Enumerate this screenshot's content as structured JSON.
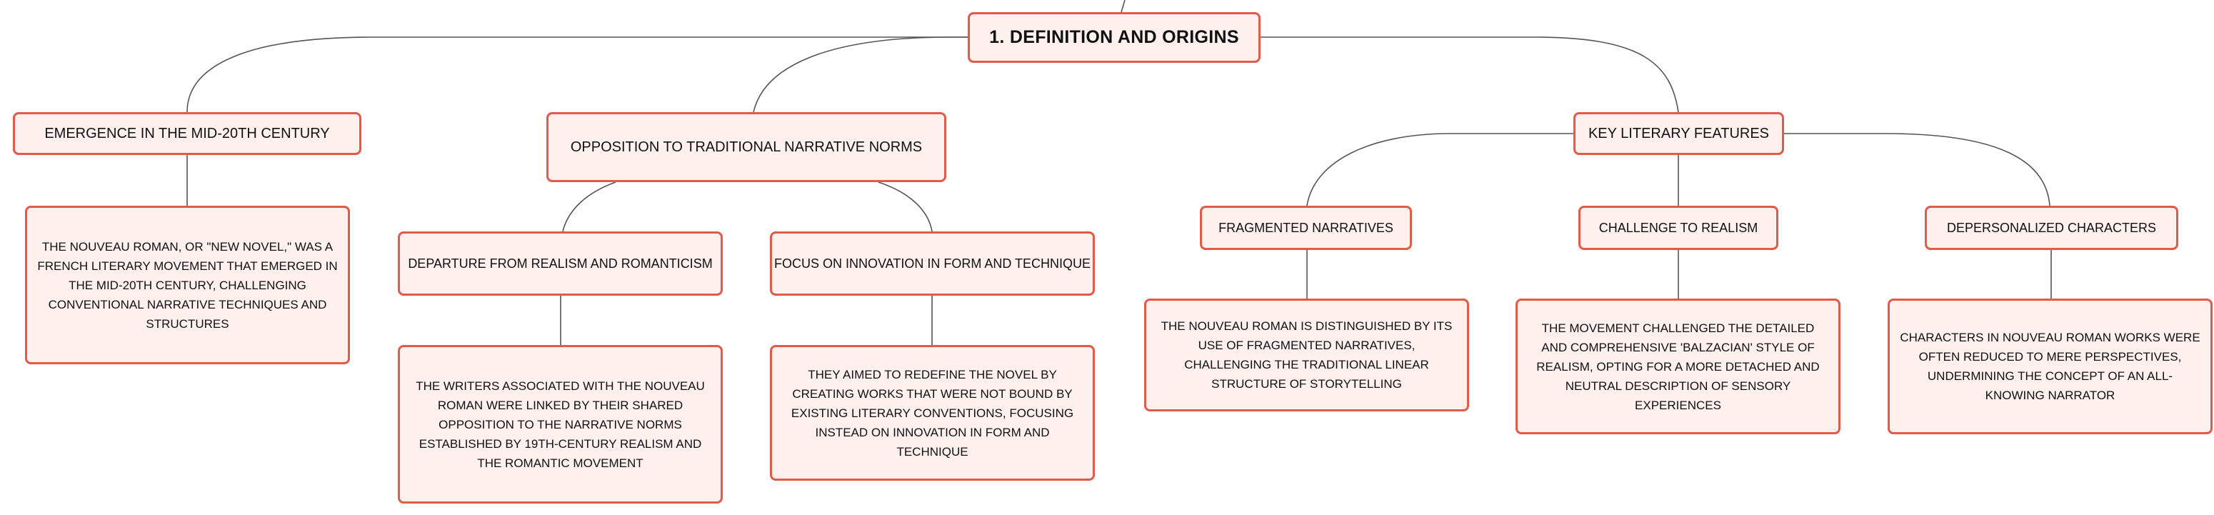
{
  "root": {
    "label": "1. DEFINITION AND ORIGINS"
  },
  "branches": {
    "emergence": {
      "label": "EMERGENCE IN THE MID-20TH CENTURY",
      "detail": "THE NOUVEAU ROMAN, OR \"NEW NOVEL,\" WAS A FRENCH LITERARY MOVEMENT THAT EMERGED IN THE MID-20TH CENTURY, CHALLENGING CONVENTIONAL NARRATIVE TECHNIQUES AND STRUCTURES"
    },
    "opposition": {
      "label": "OPPOSITION TO TRADITIONAL NARRATIVE NORMS",
      "departure": {
        "label": "DEPARTURE FROM REALISM AND ROMANTICISM",
        "detail": "THE WRITERS ASSOCIATED WITH THE NOUVEAU ROMAN WERE LINKED BY THEIR SHARED OPPOSITION TO THE NARRATIVE NORMS ESTABLISHED BY 19TH-CENTURY REALISM AND THE ROMANTIC MOVEMENT"
      },
      "innovation": {
        "label": "FOCUS ON INNOVATION IN FORM AND TECHNIQUE",
        "detail": "THEY AIMED TO REDEFINE THE NOVEL BY CREATING WORKS THAT WERE NOT BOUND BY EXISTING LITERARY CONVENTIONS, FOCUSING INSTEAD ON INNOVATION IN FORM AND TECHNIQUE"
      }
    },
    "features": {
      "label": "KEY LITERARY FEATURES",
      "fragmented": {
        "label": "FRAGMENTED NARRATIVES",
        "detail": "THE NOUVEAU ROMAN IS DISTINGUISHED BY ITS USE OF FRAGMENTED NARRATIVES, CHALLENGING THE TRADITIONAL LINEAR STRUCTURE OF STORYTELLING"
      },
      "realism": {
        "label": "CHALLENGE TO REALISM",
        "detail": "THE MOVEMENT CHALLENGED THE DETAILED AND COMPREHENSIVE 'BALZACIAN' STYLE OF REALISM, OPTING FOR A MORE DETACHED AND NEUTRAL DESCRIPTION OF SENSORY EXPERIENCES"
      },
      "characters": {
        "label": "DEPERSONALIZED CHARACTERS",
        "detail": "CHARACTERS IN NOUVEAU ROMAN WORKS WERE OFTEN REDUCED TO MERE PERSPECTIVES, UNDERMINING THE CONCEPT OF AN ALL-KNOWING NARRATOR"
      }
    }
  },
  "colors": {
    "node_fill": "#fdf0ed",
    "node_border": "#e25a4a",
    "connector": "#555555"
  }
}
